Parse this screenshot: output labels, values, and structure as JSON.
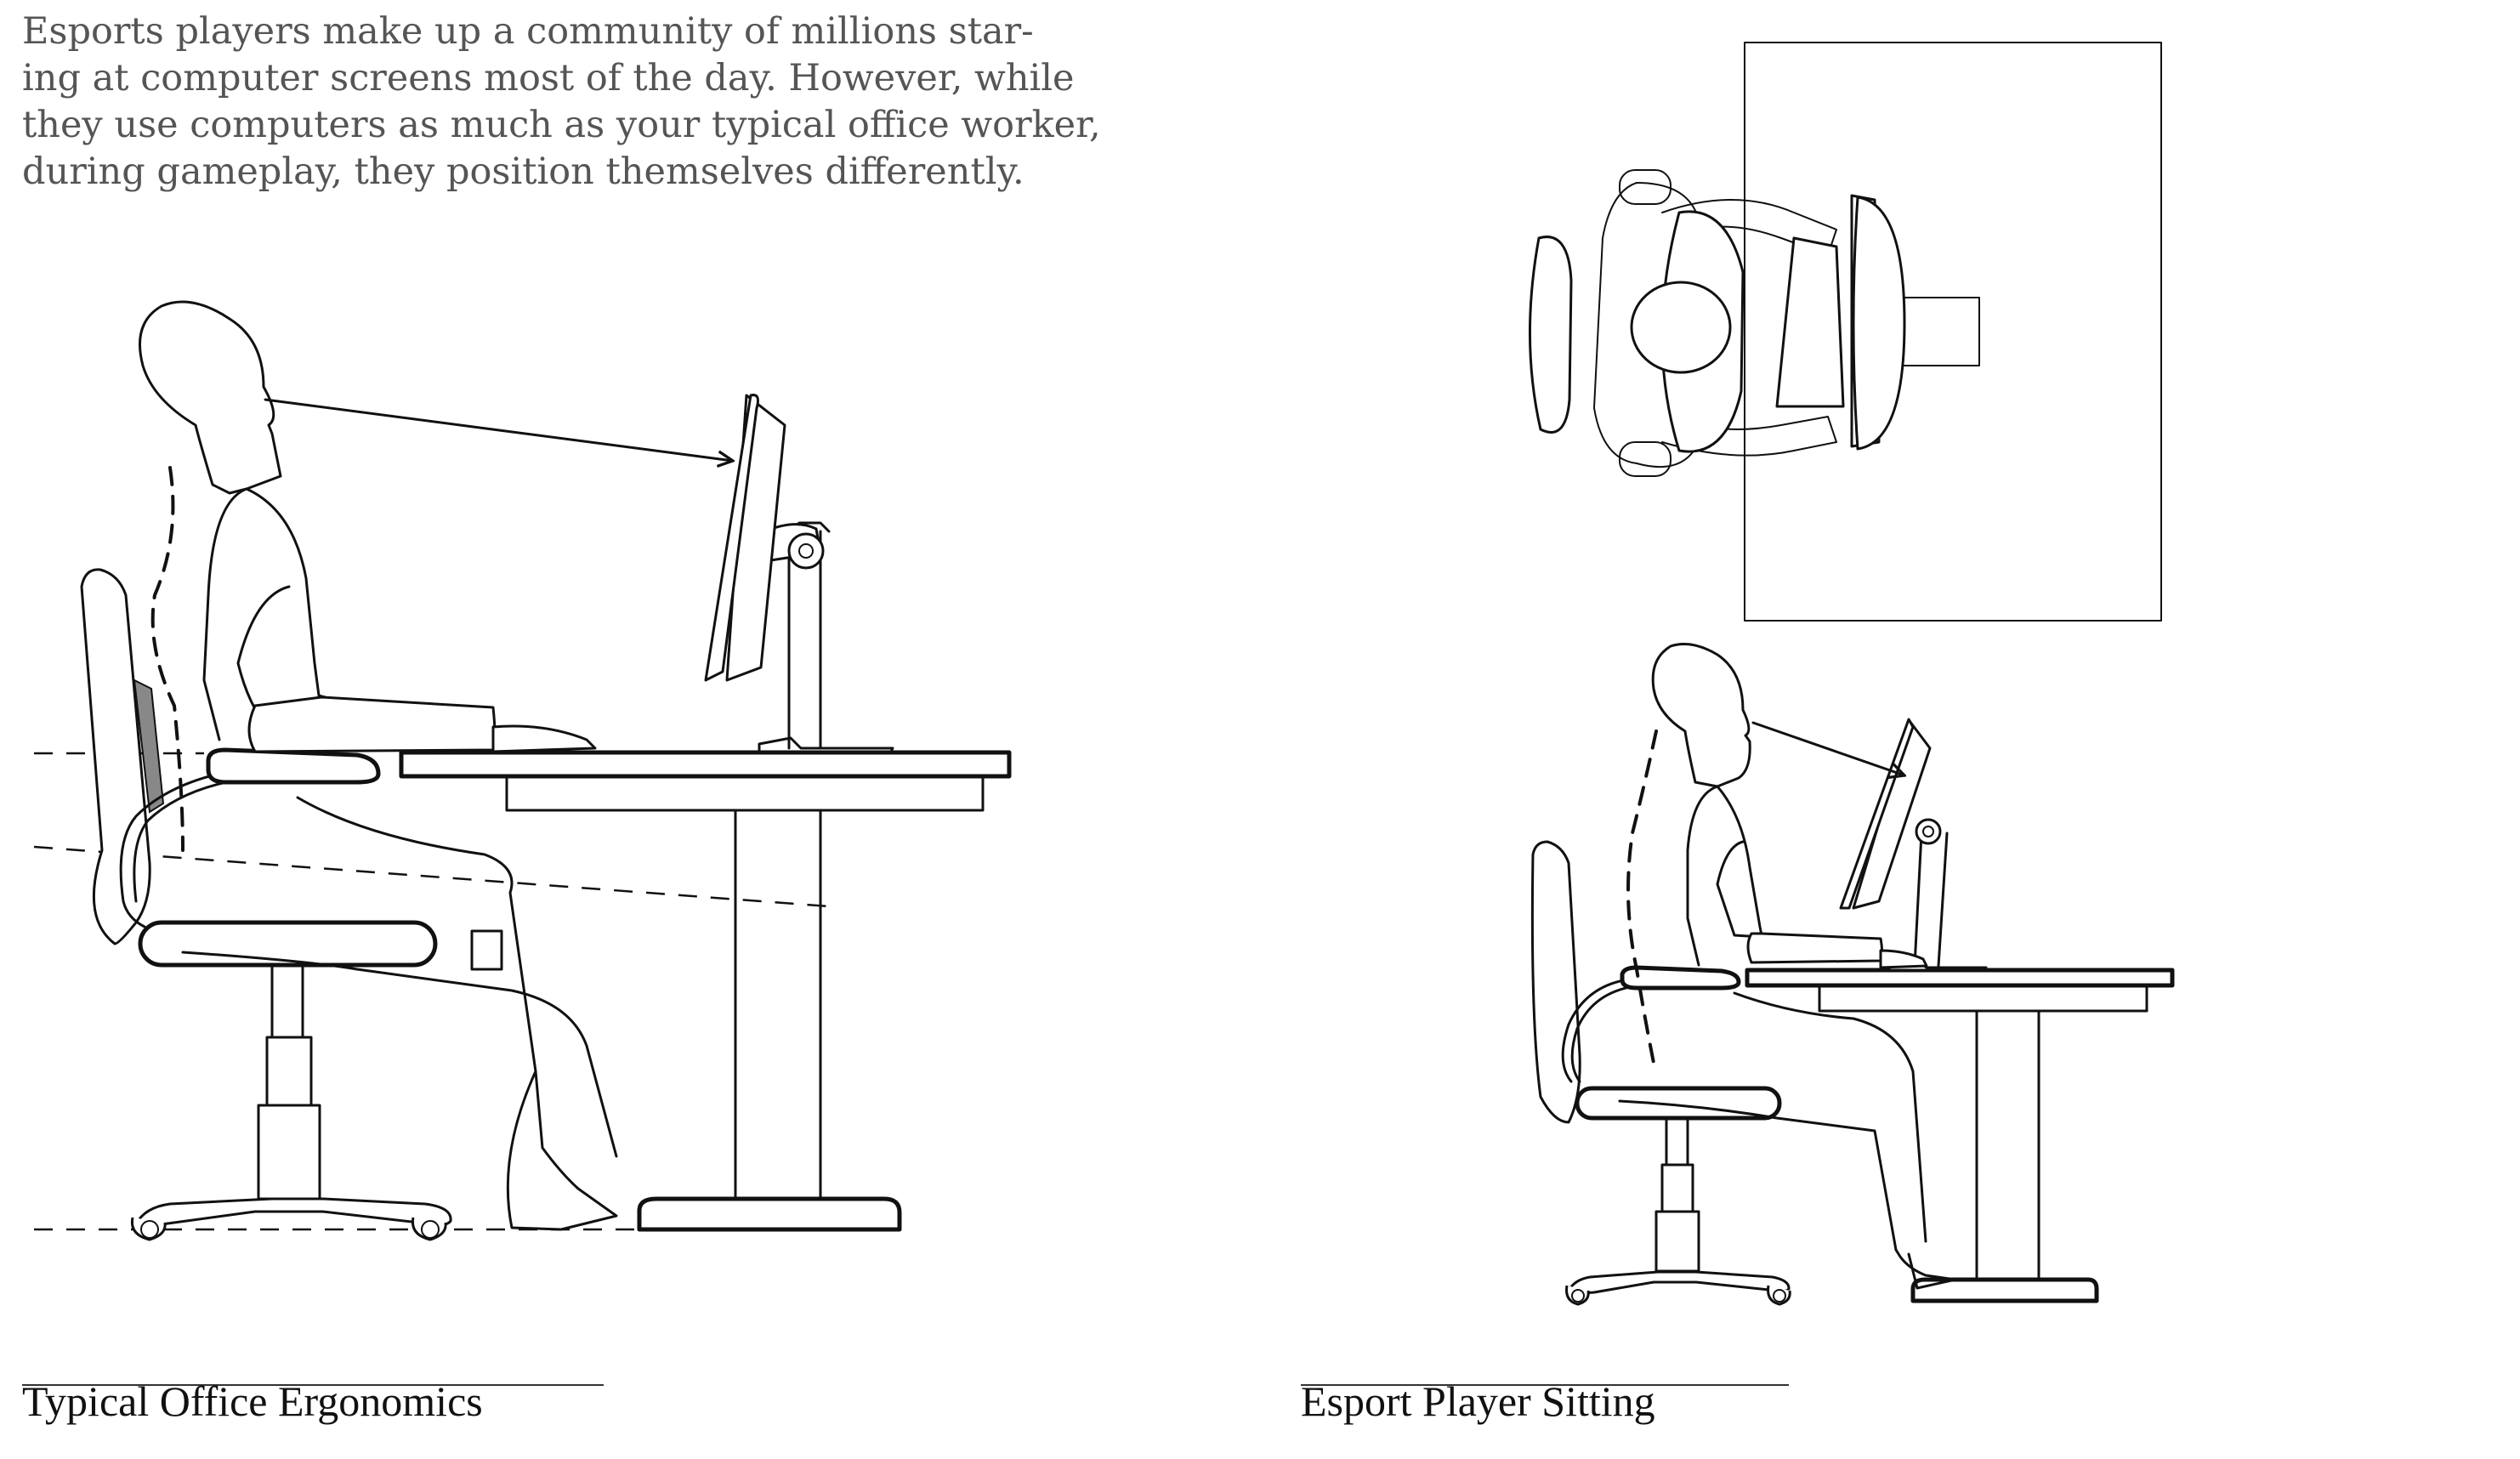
{
  "intro": {
    "lines": [
      "Esports players make up a community of millions star-",
      "ing at computer screens most of the day. However, while",
      "they use computers as much as your typical office worker,",
      "during gameplay, they position themselves differently."
    ]
  },
  "captions": {
    "office": "Typical Office Ergonomics",
    "esport": "Esport Player Sitting"
  },
  "colors": {
    "text": "#555555",
    "caption": "#111111",
    "line": "#111111",
    "lumbar_shade": "#888888"
  }
}
